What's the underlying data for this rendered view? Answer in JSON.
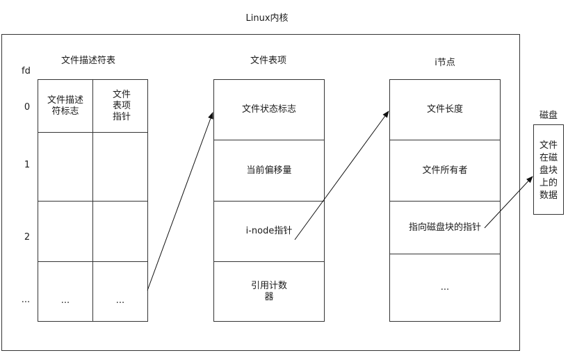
{
  "diagram": {
    "kernel_title": "Linux内核",
    "fd_table": {
      "title": "文件描述符表",
      "fd_header": "fd",
      "row_labels": [
        "0",
        "1",
        "2",
        "..."
      ],
      "col_headers": [
        "文件描述符标志",
        "文件表项指针"
      ],
      "ellipsis_cells": [
        "...",
        "..."
      ]
    },
    "file_table": {
      "title": "文件表项",
      "entries": [
        "文件状态标志",
        "当前偏移量",
        "i-node指针",
        "引用计数器"
      ]
    },
    "inode_table": {
      "title": "i节点",
      "entries": [
        "文件长度",
        "文件所有者",
        "指向磁盘块的指针",
        "..."
      ]
    },
    "disk": {
      "title": "磁盘",
      "content": "文件在磁盘块上的数据"
    }
  }
}
